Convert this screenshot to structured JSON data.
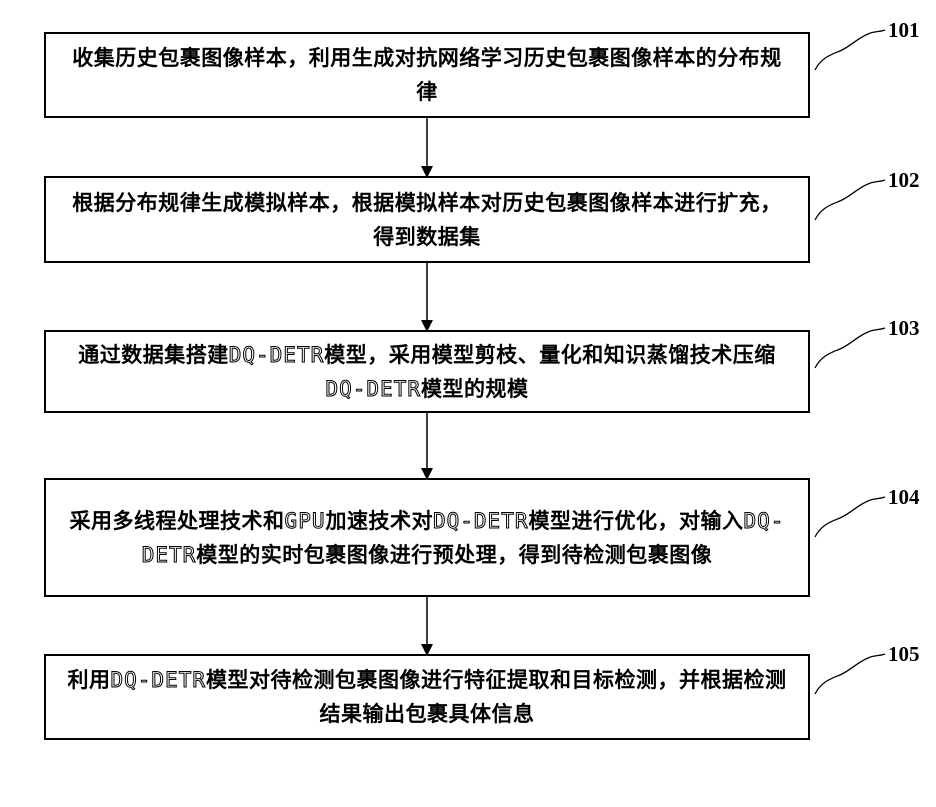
{
  "steps": [
    {
      "id": "101",
      "label": "101",
      "parts": [
        {
          "t": "收集历史包裹图像样本，利用生成对抗网络学习历史包裹图像样本的分布规律"
        }
      ]
    },
    {
      "id": "102",
      "label": "102",
      "parts": [
        {
          "t": "根据分布规律生成模拟样本，根据模拟样本对历史包裹图像样本进行扩充，得到数据集"
        }
      ]
    },
    {
      "id": "103",
      "label": "103",
      "parts": [
        {
          "t": "通过数据集搭建"
        },
        {
          "t": "DQ-DETR",
          "m": true
        },
        {
          "t": "模型，采用模型剪枝、量化和知识蒸馏技术压缩"
        },
        {
          "t": "DQ-DETR",
          "m": true
        },
        {
          "t": "模型的规模"
        }
      ]
    },
    {
      "id": "104",
      "label": "104",
      "parts": [
        {
          "t": "采用多线程处理技术和"
        },
        {
          "t": "GPU",
          "m": true
        },
        {
          "t": "加速技术对"
        },
        {
          "t": "DQ-DETR",
          "m": true
        },
        {
          "t": "模型进行优化，对输入"
        },
        {
          "t": "DQ-DETR",
          "m": true
        },
        {
          "t": "模型的实时包裹图像进行预处理，得到待检测包裹图像"
        }
      ]
    },
    {
      "id": "105",
      "label": "105",
      "parts": [
        {
          "t": "利用"
        },
        {
          "t": "DQ-DETR",
          "m": true
        },
        {
          "t": "模型对待检测包裹图像进行特征提取和目标检测，并根据检测结果输出包裹具体信息"
        }
      ]
    }
  ]
}
